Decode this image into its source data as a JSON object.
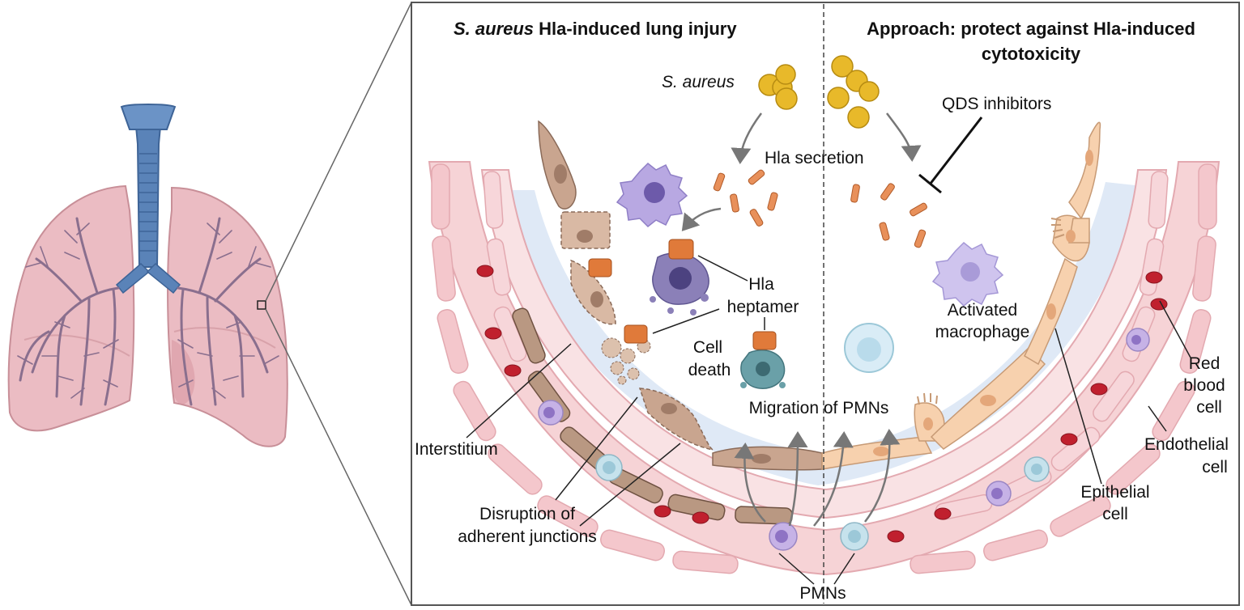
{
  "panel_left": {
    "title_italic": "S. aureus",
    "title_rest": " Hla-induced lung injury"
  },
  "panel_right": {
    "title_line1": "Approach: protect against Hla-induced",
    "title_line2": "cytotoxicity"
  },
  "labels": {
    "s_aureus": "S. aureus",
    "hla_secretion": "Hla secretion",
    "qds_inhibitors": "QDS inhibitors",
    "hla_heptamer_1": "Hla",
    "hla_heptamer_2": "heptamer",
    "cell_death_1": "Cell",
    "cell_death_2": "death",
    "activated_macrophage_1": "Activated",
    "activated_macrophage_2": "macrophage",
    "migration_of_pmns": "Migration of PMNs",
    "interstitium": "Interstitium",
    "disruption_1": "Disruption of",
    "disruption_2": "adherent junctions",
    "pmns": "PMNs",
    "epithelial_1": "Epithelial",
    "epithelial_2": "cell",
    "endothelial_1": "Endothelial",
    "endothelial_2": "cell",
    "rbc_1": "Red",
    "rbc_2": "blood",
    "rbc_3": "cell"
  },
  "colors": {
    "bacteria": "#e8b92a",
    "toxin": "#e07a3a",
    "vessel_wall": "#f6d3d6",
    "rbc": "#c0202e",
    "lumen": "#dfe9f6",
    "damaged_epithelium": "#c9a58f",
    "healthy_epithelium": "#f7d1ae",
    "macrophage": "#b8a8e2",
    "neutrophil_purple": "#c6b2e6",
    "neutrophil_blue": "#c6e2ec",
    "trachea": "#5a83b8",
    "lung": "#e8b8bf"
  }
}
